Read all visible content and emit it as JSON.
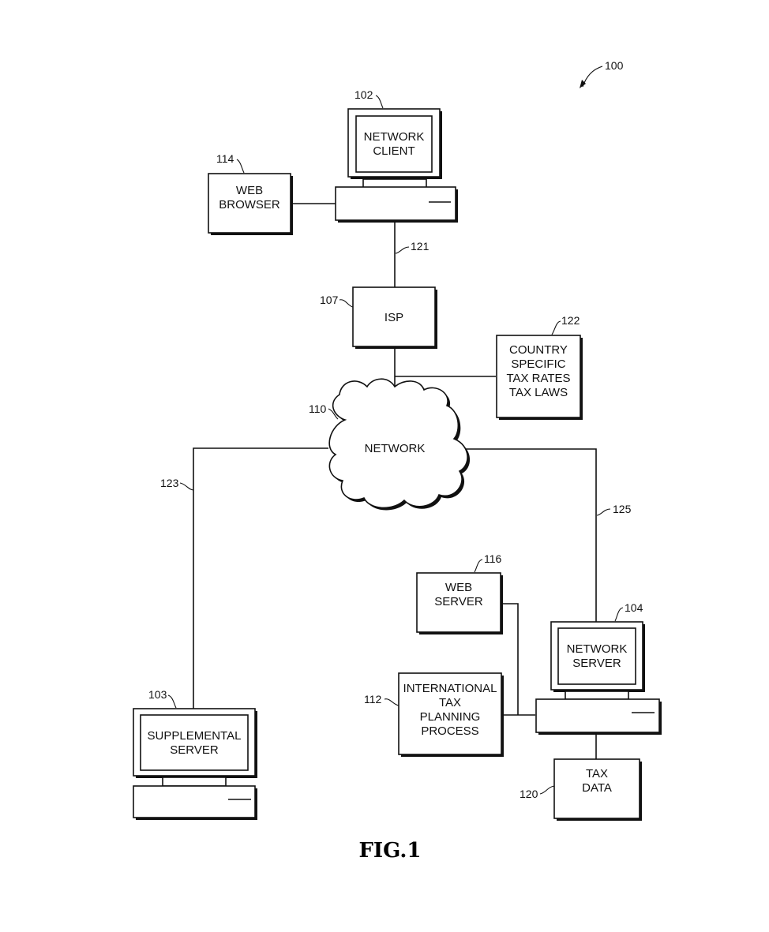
{
  "figure": {
    "title": "FIG.1",
    "reference": "100"
  },
  "nodes": {
    "network_client": {
      "ref": "102",
      "lines": [
        "NETWORK",
        "CLIENT"
      ]
    },
    "web_browser": {
      "ref": "114",
      "lines": [
        "WEB",
        "BROWSER"
      ]
    },
    "isp": {
      "ref": "107",
      "lines": [
        "ISP"
      ]
    },
    "country_tax": {
      "ref": "122",
      "lines": [
        "COUNTRY",
        "SPECIFIC",
        "TAX RATES",
        "TAX LAWS"
      ]
    },
    "network": {
      "ref": "110",
      "lines": [
        "NETWORK"
      ]
    },
    "web_server": {
      "ref": "116",
      "lines": [
        "WEB",
        "SERVER"
      ]
    },
    "network_server": {
      "ref": "104",
      "lines": [
        "NETWORK",
        "SERVER"
      ]
    },
    "intl_tax": {
      "ref": "112",
      "lines": [
        "INTERNATIONAL",
        "TAX",
        "PLANNING",
        "PROCESS"
      ]
    },
    "tax_data": {
      "ref": "120",
      "lines": [
        "TAX",
        "DATA"
      ]
    },
    "supplemental_server": {
      "ref": "103",
      "lines": [
        "SUPPLEMENTAL",
        "SERVER"
      ]
    }
  },
  "links": {
    "client_isp": "121",
    "network_supplemental": "123",
    "network_server": "125"
  }
}
